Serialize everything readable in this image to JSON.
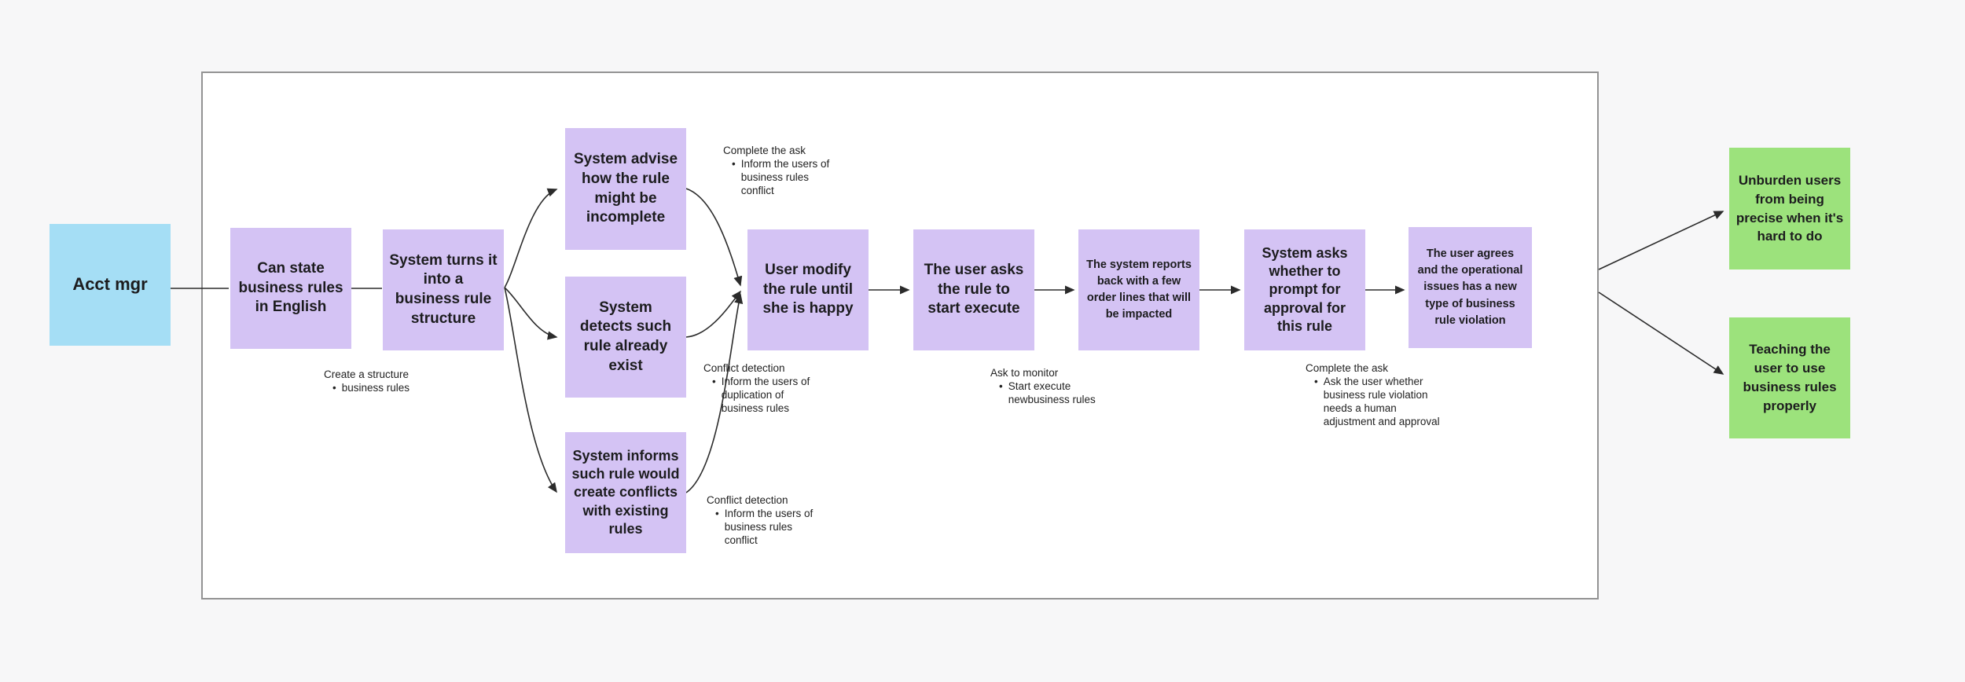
{
  "canvas": {
    "background": "#f7f7f8",
    "frame_fill": "#ffffff",
    "frame_border_color": "#939393"
  },
  "colors": {
    "sticky_purple": "#d4c3f4",
    "sticky_blue": "#a5def5",
    "sticky_green": "#9ce27c",
    "text": "#1c1c1e",
    "connector": "#2b2b2b"
  },
  "nodes": [
    {
      "id": "acct-mgr",
      "label": "Acct mgr",
      "color": "#a5def5"
    },
    {
      "id": "can-state",
      "label": "Can state business rules in English",
      "color": "#d4c3f4"
    },
    {
      "id": "system-turns",
      "label": "System turns it into a business rule structure",
      "color": "#d4c3f4"
    },
    {
      "id": "system-advise",
      "label": "System advise how the rule might be incomplete",
      "color": "#d4c3f4"
    },
    {
      "id": "system-detects",
      "label": "System detects such rule already exist",
      "color": "#d4c3f4"
    },
    {
      "id": "system-informs",
      "label": "System informs such rule would create conflicts with existing rules",
      "color": "#d4c3f4"
    },
    {
      "id": "user-modify",
      "label": "User modify the rule until she is happy",
      "color": "#d4c3f4"
    },
    {
      "id": "user-asks",
      "label": "The user asks the rule to start execute",
      "color": "#d4c3f4"
    },
    {
      "id": "system-reports",
      "label": "The system reports back with a few order lines that will be impacted",
      "color": "#d4c3f4"
    },
    {
      "id": "system-asks-approval",
      "label": "System asks whether to prompt for approval for this rule",
      "color": "#d4c3f4"
    },
    {
      "id": "user-agrees",
      "label": "The user agrees and the operational issues has a new type of business rule violation",
      "color": "#d4c3f4"
    },
    {
      "id": "unburden",
      "label": "Unburden users from being precise when it's hard to do",
      "color": "#9ce27c"
    },
    {
      "id": "teaching",
      "label": "Teaching the user to use business rules properly",
      "color": "#9ce27c"
    }
  ],
  "annotations": [
    {
      "id": "create-structure",
      "title": "Create a structure",
      "bullet": "business rules"
    },
    {
      "id": "complete-ask-1",
      "title": "Complete the ask",
      "bullet": "Inform the users of business rules conflict"
    },
    {
      "id": "conflict-duplication",
      "title": "Conflict detection",
      "bullet": "Inform the users of duplication of business rules"
    },
    {
      "id": "conflict-existing",
      "title": "Conflict detection",
      "bullet": "Inform the users of business rules conflict"
    },
    {
      "id": "ask-monitor",
      "title": "Ask to monitor",
      "bullet": "Start execute newbusiness rules"
    },
    {
      "id": "complete-ask-2",
      "title": "Complete the ask",
      "bullet": "Ask the user whether business rule violation needs a human adjustment and approval"
    }
  ]
}
